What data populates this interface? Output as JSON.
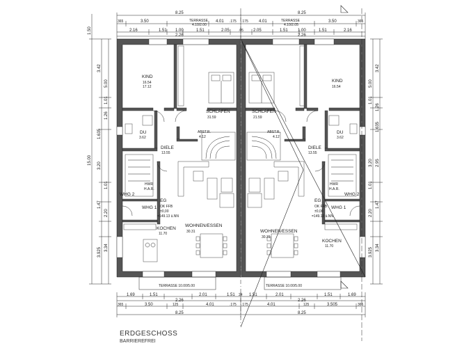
{
  "title": {
    "main": "ERDGESCHOSS",
    "sub": "BARRIEREFREI"
  },
  "dims": {
    "top_total": [
      "8.25",
      "8.25"
    ],
    "top_row2_left": [
      "365",
      "3.50",
      "TERRASSE",
      "4.10/2.00",
      "4.01",
      ".175",
      ".175"
    ],
    "top_row2_right": [
      "4.01",
      "TERRASSE",
      "4.10/2.05",
      "3.50",
      "365"
    ],
    "top_row3": [
      "2.16",
      "1.51",
      "1.00",
      "1.51",
      "2.05",
      ".05",
      "2.05",
      "1.51",
      "1.00",
      "1.51",
      "2.16"
    ],
    "top_row3_sub": [
      "2.26",
      "2.26"
    ],
    "bottom_row1": [
      "1.69",
      "1.51",
      "2.01",
      "1.51",
      "24",
      "1.51",
      "2.01",
      "1.51",
      "1.69"
    ],
    "bottom_row2": [
      "2.26",
      "2.26"
    ],
    "bottom_row3": [
      "365",
      "3.50",
      "125",
      "4.01",
      ".175",
      ".175",
      "4.01",
      "125",
      "3.505",
      "365"
    ],
    "bottom_total": [
      "8.25",
      "8.25"
    ],
    "left_total": "15.00",
    "left_col1": [
      "1.50",
      "3.42",
      "5.00",
      "1.01",
      "1.26",
      "1.635",
      "3.20",
      "1.01",
      "1.47",
      "2.20",
      "3.925",
      "3.34"
    ],
    "right_col1": [
      "3.42",
      "5.00",
      "1.01",
      "1.26",
      "1.635",
      "3.20",
      "2.95",
      "1.01",
      "1.47",
      "2.20",
      "3.925",
      "3.34"
    ]
  },
  "rooms": {
    "kind_l": {
      "name": "KIND",
      "a1": "16.54",
      "a2": "17.12"
    },
    "kind_r": {
      "name": "KIND",
      "a1": "16.54"
    },
    "schlafen_l": {
      "name": "SCHLAFEN",
      "a": "31.59"
    },
    "schlafen_r": {
      "name": "SCHLAFEN",
      "a": "21.59"
    },
    "abstr_l": {
      "name": "ABST.R.",
      "a": "4.12"
    },
    "abstr_r": {
      "name": "ABST.R.",
      "a": "4.12"
    },
    "du_l": {
      "name": "DU",
      "a": "3.62"
    },
    "du_r": {
      "name": "DU",
      "a": "3.62"
    },
    "diele_l": {
      "name": "DIELE",
      "a": "13.55"
    },
    "diele_r": {
      "name": "DIELE",
      "a": "13.55"
    },
    "hwr_l": {
      "name": "HWR",
      "sub": "H.A.R."
    },
    "hwr_r": {
      "name": "HWR",
      "sub": "H.A.R."
    },
    "whg2_l": "WHG 2",
    "whg2_r": "WHG 2",
    "eg_l": {
      "l1": "EG",
      "l2": "OK FFB",
      "l3": "±0,00",
      "l4": "=149.13 ü.NN",
      "whg": "WHG 1"
    },
    "eg_r": {
      "l1": "EG",
      "l2": "OK FFB",
      "l3": "±0,00",
      "l4": "=149.13 ü.NN",
      "whg": "WHG 1"
    },
    "wohnen_l": {
      "name": "WOHNEN/ESSEN",
      "a": "30.31"
    },
    "wohnen_r": {
      "name": "WOHNEN/ESSEN",
      "a": "30.31"
    },
    "kochen_l": {
      "name": "KOCHEN",
      "a": "11.70"
    },
    "kochen_r": {
      "name": "KOCHEN",
      "a": "11.70"
    }
  },
  "terrace": {
    "left": "TERRASSE 10.00/5.00",
    "right": "TERRASSE 10.00/5.00"
  }
}
